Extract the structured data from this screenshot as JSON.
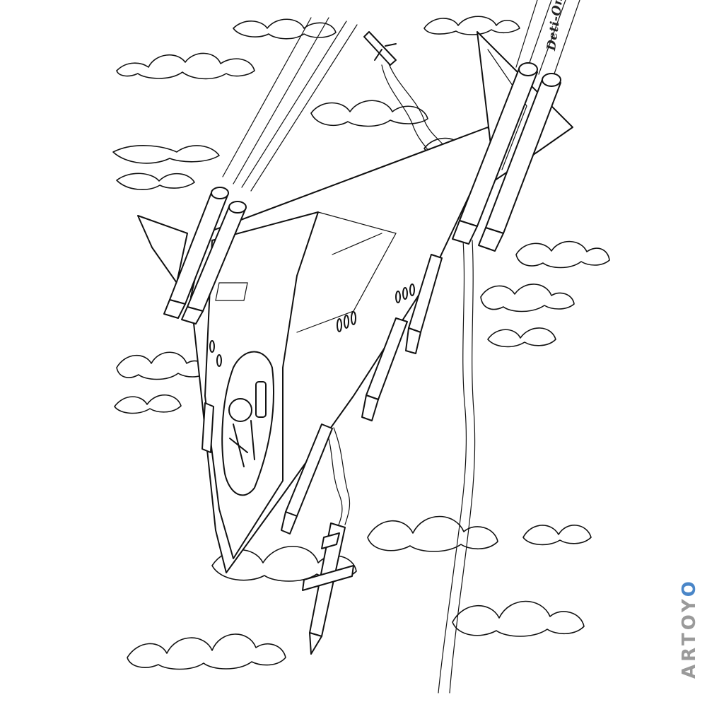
{
  "watermarks": {
    "site": "Deti-Online.com",
    "brand_main": "ARTOY",
    "brand_tail": "O"
  },
  "colors": {
    "line": "#111111",
    "background": "#ffffff",
    "watermark_grey": "#9a9a9a",
    "brand_accent": "#4a86c8"
  }
}
